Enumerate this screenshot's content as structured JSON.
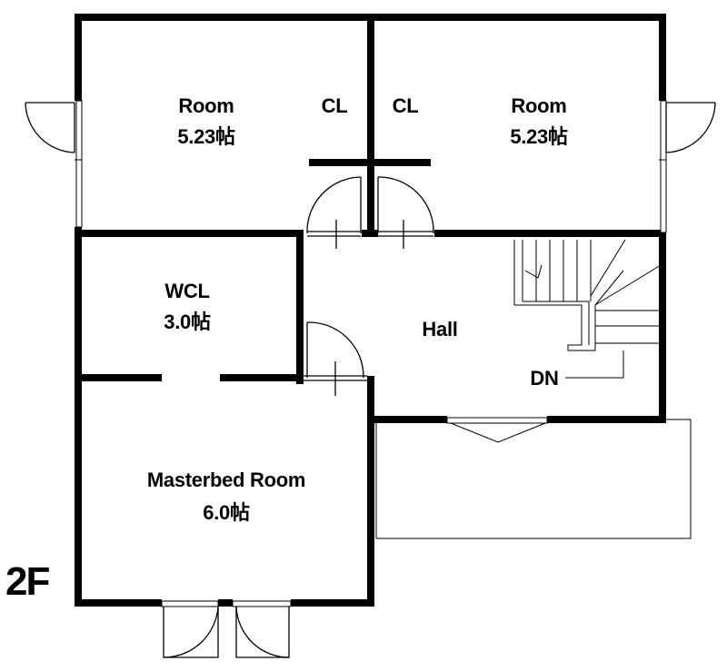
{
  "floor_label": "2F",
  "rooms": {
    "room_left": {
      "name": "Room",
      "size": "5.23帖"
    },
    "room_right": {
      "name": "Room",
      "size": "5.23帖"
    },
    "closet_left": {
      "name": "CL"
    },
    "closet_right": {
      "name": "CL"
    },
    "wcl": {
      "name": "WCL",
      "size": "3.0帖"
    },
    "hall": {
      "name": "Hall"
    },
    "masterbed": {
      "name": "Masterbed Room",
      "size": "6.0帖"
    }
  },
  "stairs": {
    "label": "DN"
  }
}
